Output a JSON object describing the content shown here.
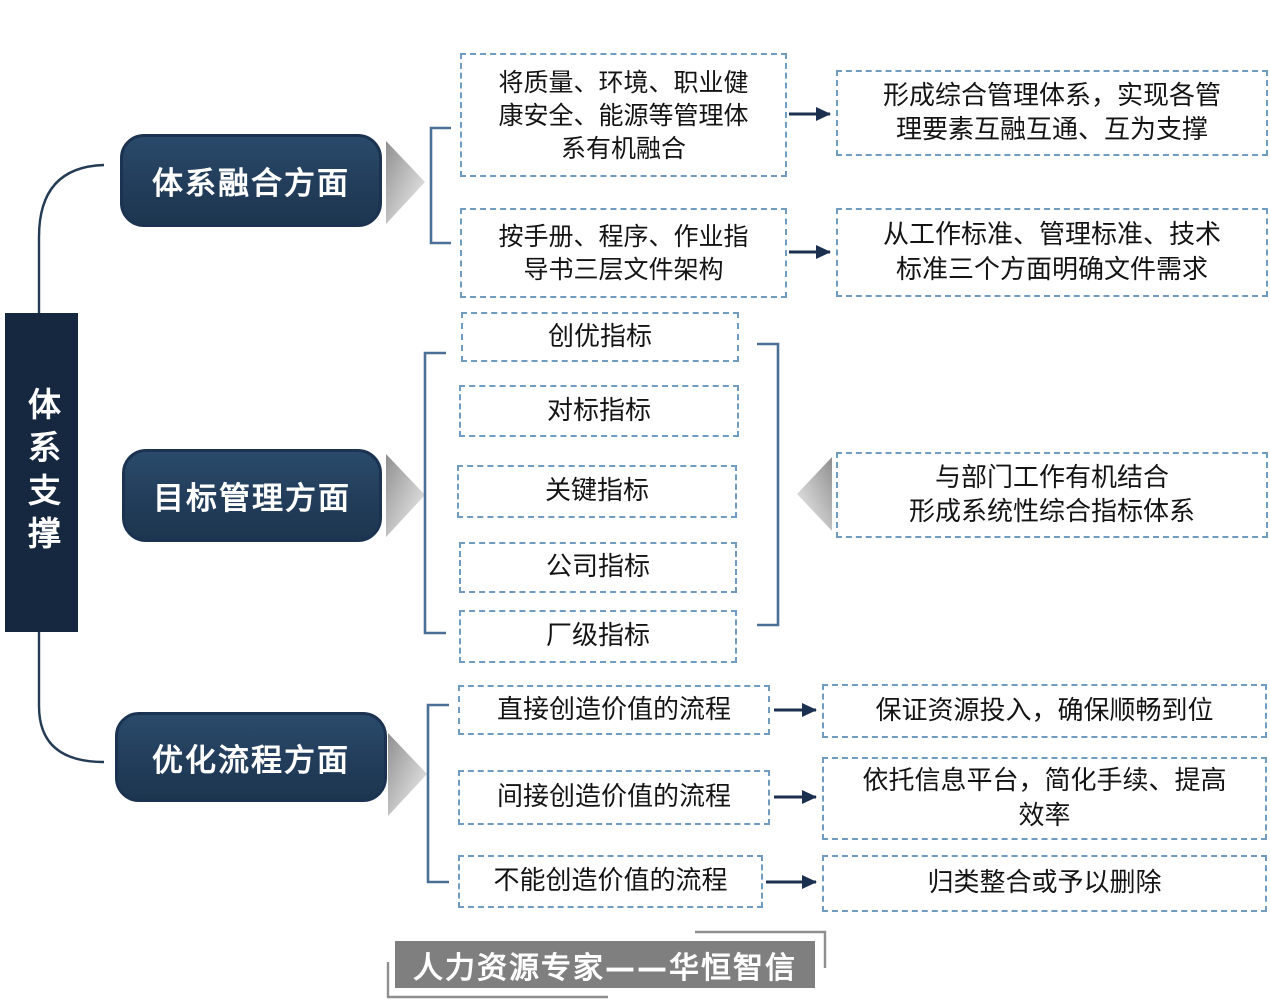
{
  "root": {
    "label": "体系支撑"
  },
  "sections": [
    {
      "label": "体系融合方面",
      "items": [
        {
          "text": "将质量、环境、职业健康安全、能源等管理体系有机融合",
          "lines": [
            "将质量、环境、职业健",
            "康安全、能源等管理体",
            "系有机融合"
          ],
          "result": "形成综合管理体系，实现各管理要素互融互通、互为支撑",
          "result_lines": [
            "形成综合管理体系，实现各管",
            "理要素互融互通、互为支撑"
          ]
        },
        {
          "text": "按手册、程序、作业指导书三层文件架构",
          "lines": [
            "按手册、程序、作业指",
            "导书三层文件架构"
          ],
          "result": "从工作标准、管理标准、技术标准三个方面明确文件需求",
          "result_lines": [
            "从工作标准、管理标准、技术",
            "标准三个方面明确文件需求"
          ]
        }
      ]
    },
    {
      "label": "目标管理方面",
      "indicators": [
        "创优指标",
        "对标指标",
        "关键指标",
        "公司指标",
        "厂级指标"
      ],
      "result": "与部门工作有机结合形成系统性综合指标体系",
      "result_lines": [
        "与部门工作有机结合",
        "形成系统性综合指标体系"
      ]
    },
    {
      "label": "优化流程方面",
      "items": [
        {
          "text": "直接创造价值的流程",
          "result": "保证资源投入，确保顺畅到位",
          "result_lines": [
            "保证资源投入，确保顺畅到位"
          ]
        },
        {
          "text": "间接创造价值的流程",
          "result": "依托信息平台，简化手续、提高效率",
          "result_lines": [
            "依托信息平台，简化手续、提高",
            "效率"
          ]
        },
        {
          "text": "不能创造价值的流程",
          "result": "归类整合或予以删除",
          "result_lines": [
            "归类整合或予以删除"
          ]
        }
      ]
    }
  ],
  "footer": {
    "text": "人力资源专家——华恒智信"
  },
  "colors": {
    "header_navy": "#223d5a",
    "sidebar_navy": "#162740",
    "dashed_border": "#6f9cc0",
    "bracket_blue": "#4a7096",
    "arrow_navy": "#1b2f4e",
    "chevron_gray": "#b9b9b9",
    "footer_gray": "#7f7f7f",
    "text_black": "#141414",
    "text_white": "#ffffff"
  }
}
